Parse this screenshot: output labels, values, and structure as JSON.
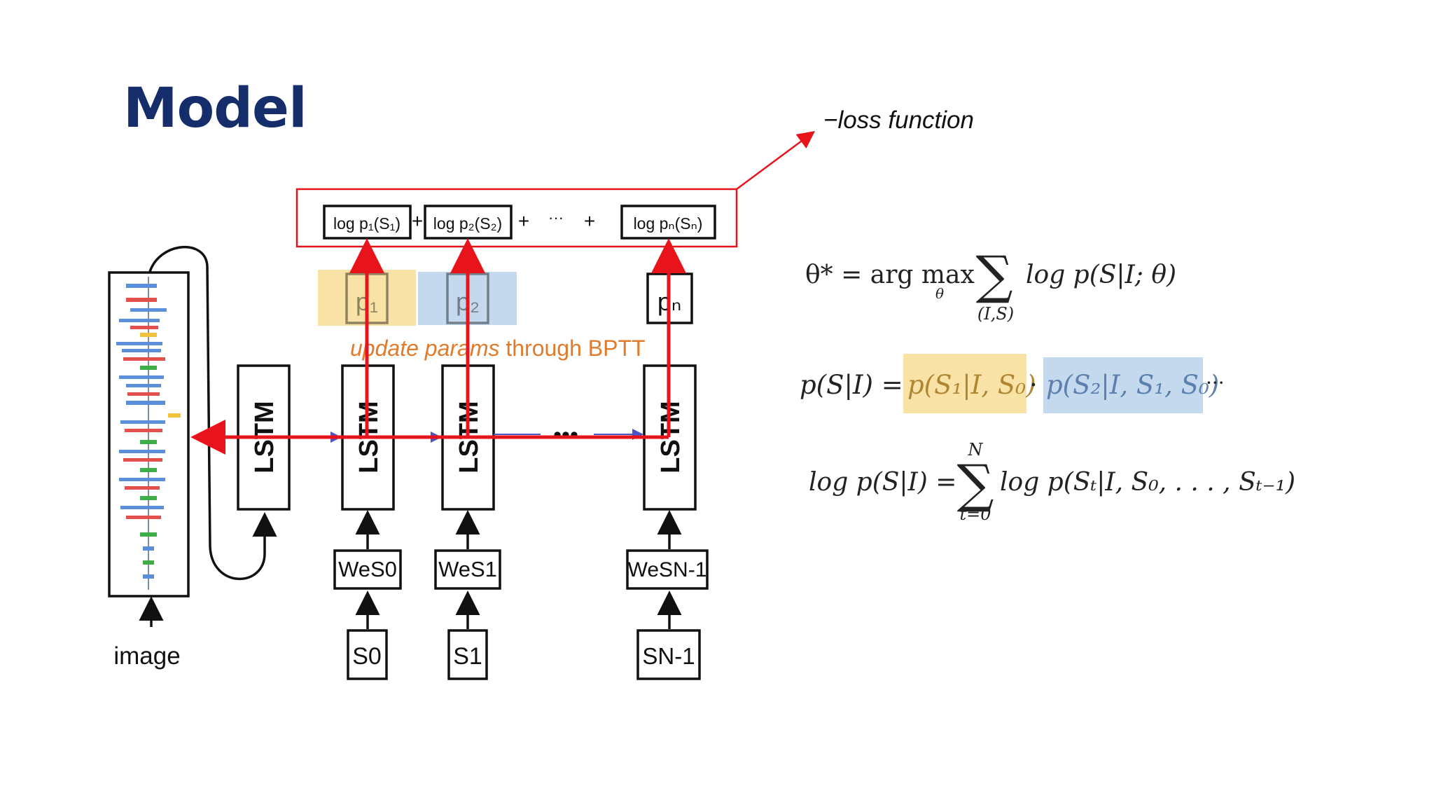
{
  "slide": {
    "title": "Model",
    "loss_label": "−loss function"
  },
  "diagram": {
    "sum_terms": [
      "log p₁(S₁)",
      "log p₂(S₂)",
      "log pₙ(Sₙ)"
    ],
    "sum_ops": [
      "+",
      "+",
      "···",
      "+"
    ],
    "prob_nodes": [
      "p₁",
      "p₂",
      "pₙ"
    ],
    "update_note_italic": "update params",
    "update_note_rest": " through BPTT",
    "lstm_label": "LSTM",
    "embed_nodes": [
      "WeS0",
      "WeS1",
      "WeSN-1"
    ],
    "word_nodes": [
      "S0",
      "S1",
      "SN-1"
    ],
    "ellipsis": "•••",
    "cnn_caption": "image"
  },
  "equations": {
    "eq1": {
      "lhs": "θ* = arg max",
      "under_max": "θ",
      "sum_sub": "(I,S)",
      "rhs": "log p(S|I; θ)"
    },
    "eq2": {
      "lhs": "p(S|I) =",
      "term1": "p(S₁|I, S₀)",
      "dot": "·",
      "term2": "p(S₂|I, S₁, S₀)",
      "tail": "···"
    },
    "eq3": {
      "lhs": "log p(S|I) =",
      "sum_top": "N",
      "sum_bottom": "t=0",
      "rhs": "log p(Sₜ|I, S₀, . . . , Sₜ₋₁)"
    }
  },
  "colors": {
    "title": "#162d6c",
    "highlight_yellow": "#f8e2a6",
    "highlight_blue": "#c5d9ee",
    "red_overlay": "#e8141c",
    "orange_text": "#e07b2c"
  }
}
